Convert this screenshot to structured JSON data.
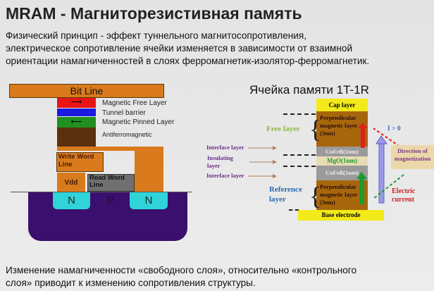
{
  "title": "MRAM - Магниторезистивная память",
  "intro": [
    "Физический принцип -  эффект туннельного магнитосопротивления,",
    "электрическое сопротивление ячейки изменяется в зависимости от взаимной",
    "ориентации намагниченностей в слоях ферромагнетик-изолятор-ферромагнетик."
  ],
  "left_diagram": {
    "bit_line": "Bit Line",
    "layers": [
      "Magnetic Free Layer",
      "Tunnel barrier",
      "Magnetic Pinned Layer",
      "Antiferromagnetic"
    ],
    "write_word_line": "Write Word Line",
    "read_word_line": "Read Word Line",
    "vdd": "Vdd",
    "n": "N",
    "p": "P"
  },
  "right_diagram": {
    "title": "Ячейка памяти 1T-1R",
    "cap": "Cap layer",
    "perp": "Perpendicular magnetic layer (3nm)",
    "cofeb": "CoFeB(1nm)",
    "mgo": "MgO(1nm)",
    "base": "Base electrode",
    "free_layer": "Free layer",
    "reference_layer": "Reference layer",
    "interface1": "Interface layer",
    "insulating": "Insulating layer",
    "interface2": "Interface layer",
    "current_sign": "I > 0",
    "direction": "Direction of magnetization",
    "electric_current": "Electric current"
  },
  "conclusion": [
    "Изменение намагниченности «свободного слоя», относительно «контрольного",
    "слоя» приводит к изменению сопротивления структуры."
  ]
}
